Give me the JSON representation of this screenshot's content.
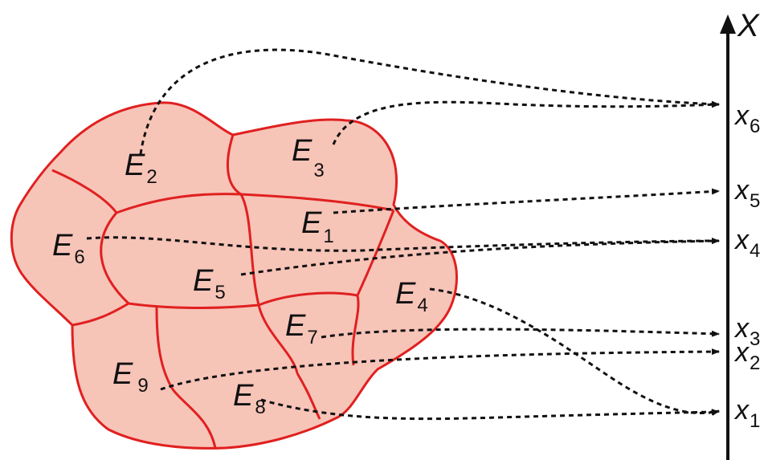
{
  "colors": {
    "region_fill": "#f7c4b8",
    "region_stroke": "#e02020",
    "arrow": "#111111",
    "axis": "#111111"
  },
  "axis": {
    "name": "X",
    "labels": [
      {
        "base": "x",
        "sub": "6"
      },
      {
        "base": "x",
        "sub": "5"
      },
      {
        "base": "x",
        "sub": "4"
      },
      {
        "base": "x",
        "sub": "3"
      },
      {
        "base": "x",
        "sub": "2"
      },
      {
        "base": "x",
        "sub": "1"
      }
    ]
  },
  "regions": [
    {
      "base": "E",
      "sub": "2"
    },
    {
      "base": "E",
      "sub": "3"
    },
    {
      "base": "E",
      "sub": "1"
    },
    {
      "base": "E",
      "sub": "6"
    },
    {
      "base": "E",
      "sub": "5"
    },
    {
      "base": "E",
      "sub": "4"
    },
    {
      "base": "E",
      "sub": "7"
    },
    {
      "base": "E",
      "sub": "9"
    },
    {
      "base": "E",
      "sub": "8"
    }
  ]
}
